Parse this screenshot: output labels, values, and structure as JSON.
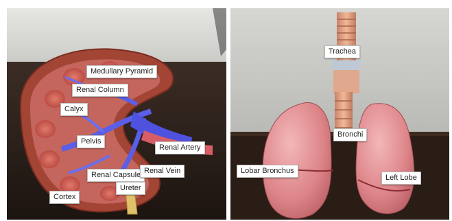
{
  "kidney_panel": {
    "labels": {
      "medullary_pyramid": "Medullary Pyramid",
      "renal_column": "Renal Column",
      "calyx": "Calyx",
      "pelvis": "Pelvis",
      "renal_artery": "Renal Artery",
      "renal_capsule": "Renal Capsule",
      "renal_vein": "Renal Vein",
      "ureter": "Ureter",
      "cortex": "Cortex"
    }
  },
  "lung_panel": {
    "labels": {
      "trachea": "Trachea",
      "bronchi": "Bronchi",
      "lobar_bronchus": "Lobar Bronchus",
      "left_lobe": "Left Lobe"
    }
  }
}
